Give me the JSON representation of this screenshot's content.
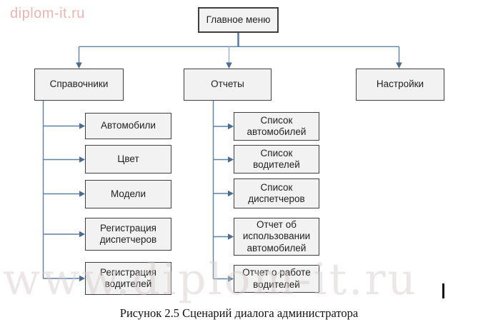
{
  "page": {
    "logo_text": "diplom-it.ru",
    "watermark_text": "www.diplom-it.ru",
    "caption": "Рисунок 2.5 Сценарий диалога администратора"
  },
  "tree": {
    "root": {
      "label": "Главное меню"
    },
    "branches": [
      {
        "label": "Справочники",
        "items": [
          {
            "label": "Автомобили"
          },
          {
            "label": "Цвет"
          },
          {
            "label": "Модели"
          },
          {
            "label": "Регистрация диспетчеров"
          },
          {
            "label": "Регистрация водителей"
          }
        ]
      },
      {
        "label": "Отчеты",
        "items": [
          {
            "label": "Список автомобилей"
          },
          {
            "label": "Список водителей"
          },
          {
            "label": "Список диспетчеров"
          },
          {
            "label": "Отчет об использовании автомобилей"
          },
          {
            "label": "Отчет о работе водителей"
          }
        ]
      },
      {
        "label": "Настройки",
        "items": []
      }
    ]
  },
  "colors": {
    "box_fill": "#f2f2f2",
    "box_border": "#3f3f3f",
    "connector": "#5d81a6",
    "arrow": "#4a6d93"
  }
}
